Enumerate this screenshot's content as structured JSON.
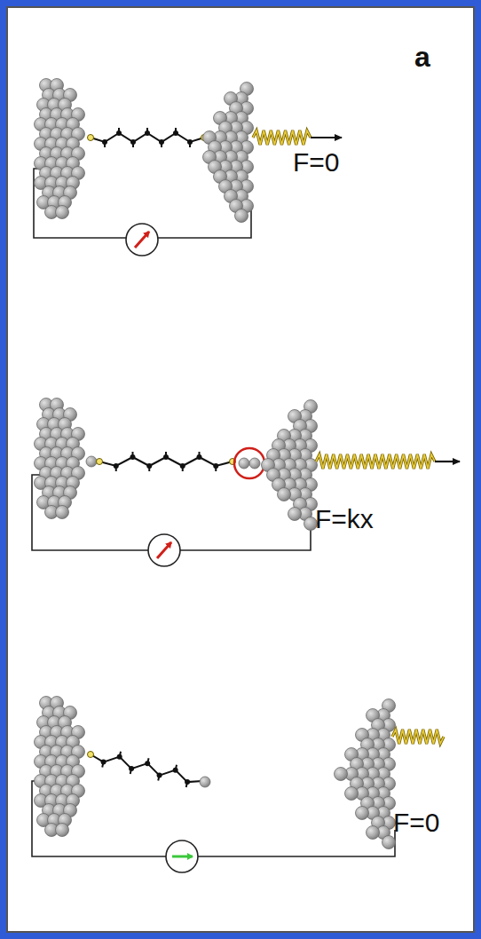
{
  "diagram": {
    "labels": [
      "a",
      "F=0",
      "F=kx",
      "F=0"
    ]
  }
}
